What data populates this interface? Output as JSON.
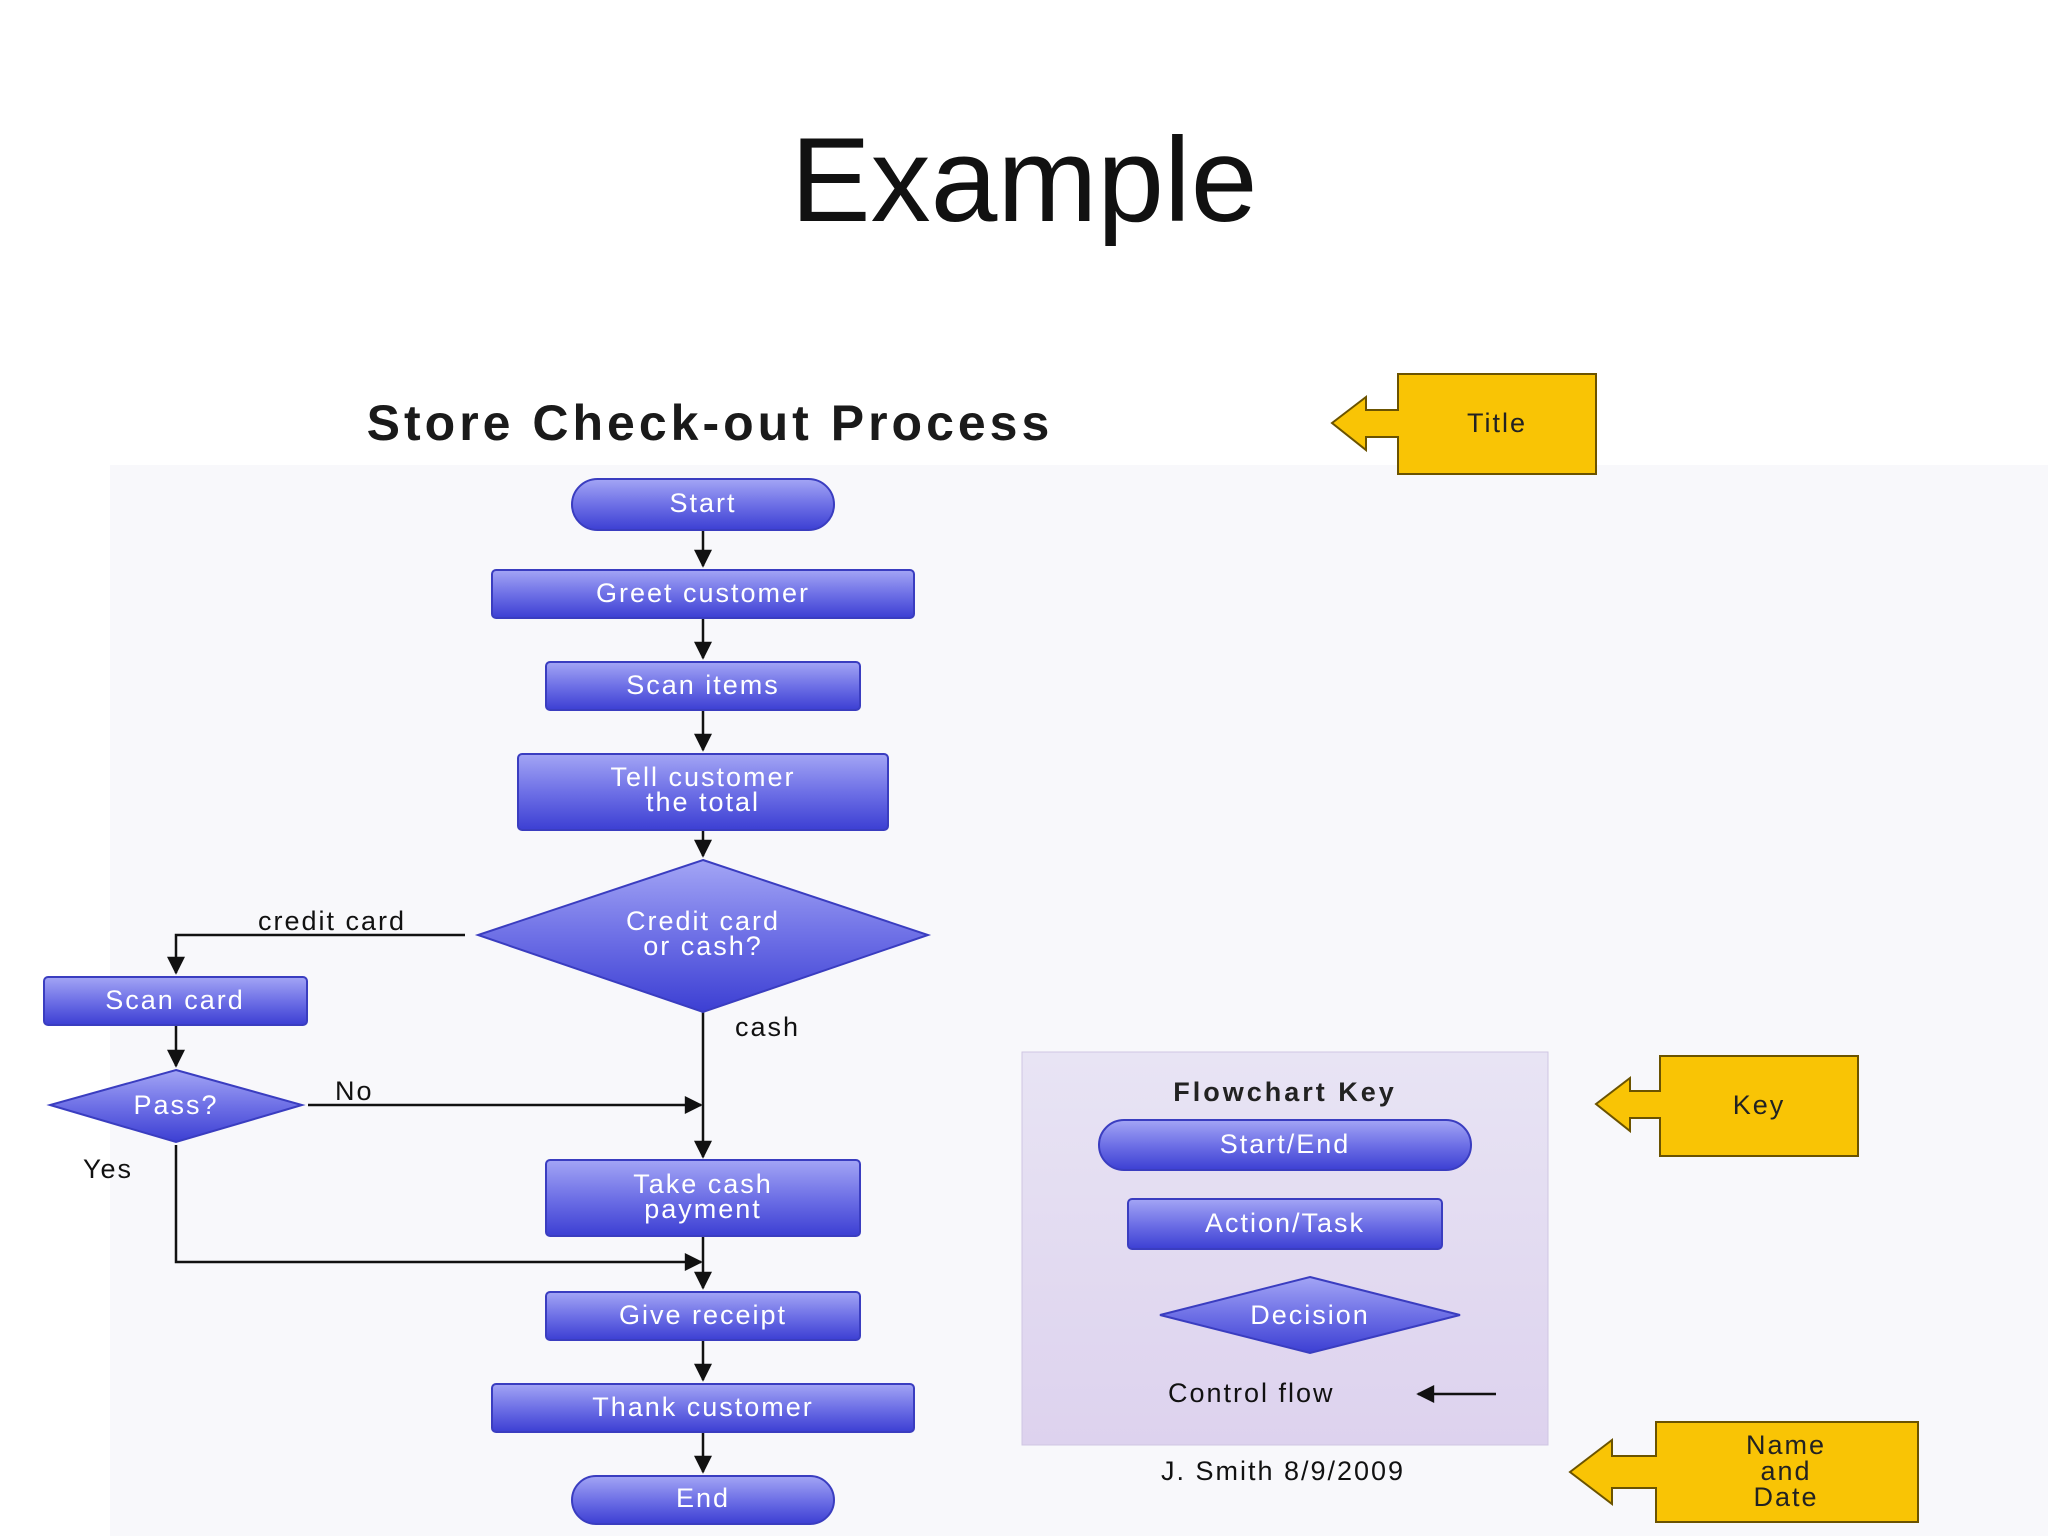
{
  "slide": {
    "title": "Example"
  },
  "diagram": {
    "title": "Store Check-out Process",
    "nodes": {
      "start": "Start",
      "greet": "Greet customer",
      "scan_items": "Scan items",
      "tell_total_1": "Tell customer",
      "tell_total_2": "the total",
      "decision_1": "Credit card",
      "decision_2": "or cash?",
      "scan_card": "Scan card",
      "pass": "Pass?",
      "take_cash_1": "Take cash",
      "take_cash_2": "payment",
      "give_receipt": "Give receipt",
      "thank": "Thank customer",
      "end": "End"
    },
    "edge_labels": {
      "credit_card": "credit card",
      "cash": "cash",
      "no": "No",
      "yes": "Yes"
    },
    "key": {
      "heading": "Flowchart Key",
      "start_end": "Start/End",
      "action_task": "Action/Task",
      "decision": "Decision",
      "control_flow": "Control flow"
    },
    "author": "J. Smith 8/9/2009",
    "callouts": {
      "title": "Title",
      "key": "Key",
      "name_date_1": "Name",
      "name_date_2": "and",
      "name_date_3": "Date"
    }
  },
  "colors": {
    "node_fill_top": "#9a9cf2",
    "node_fill_bottom": "#4346d6",
    "key_background": "#e6dcf2",
    "callout_fill": "#f9c405"
  }
}
